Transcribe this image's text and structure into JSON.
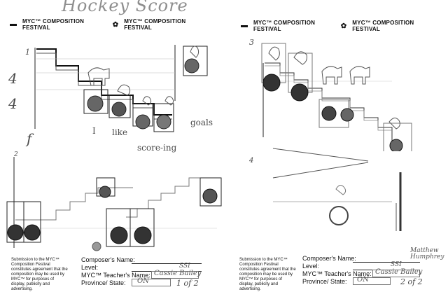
{
  "handwritten_title": "Hockey Score",
  "festival": {
    "banner_text": "MYC™ COMPOSITION FESTIVAL",
    "logo_icon": "myc-star-icon"
  },
  "page1": {
    "staff1_marks": [
      "4",
      "4"
    ],
    "staff1_start": "1",
    "dynamic": "f",
    "lyrics": [
      "I",
      "like",
      "score-ing",
      "goals"
    ],
    "staff2_start": "2"
  },
  "page2": {
    "staff1_start": "3",
    "staff2_start": "4"
  },
  "form": {
    "submission_note": "Submission to the MYC™ Composition Festival constitutes agreement that the composition may be used by MYC™ for purposes of display, publicity and advertising.",
    "composer_label": "Composer's Name:",
    "level_label": "Level:",
    "teacher_label": "MYC™ Teacher's Name:",
    "province_label": "Province/ State:"
  },
  "page1_form": {
    "composer_value": "",
    "level_value": "SSI",
    "teacher_value": "Cassie Bailey",
    "province_value": "ON",
    "page_number": "1 of 2"
  },
  "page2_form": {
    "composer_value": "Matthew Humphrey",
    "level_value": "SSI",
    "teacher_value": "Cassie Bailey",
    "province_value": "ON",
    "page_number": "2 of 2"
  }
}
